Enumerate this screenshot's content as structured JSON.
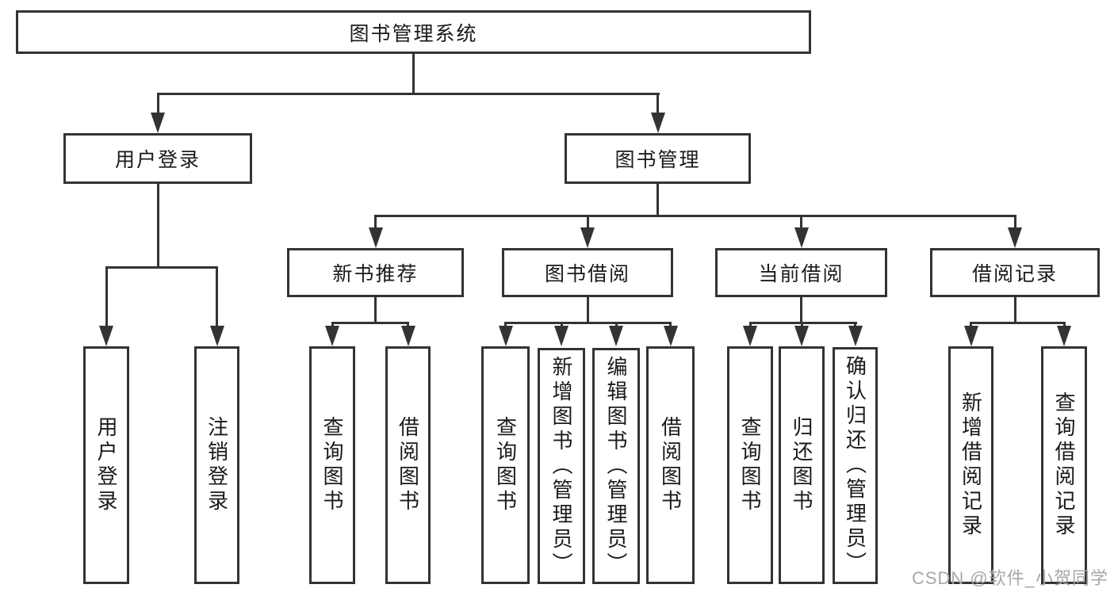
{
  "tree": {
    "label": "图书管理系统",
    "children": [
      {
        "label": "用户登录",
        "children": [
          {
            "label": "用户登录"
          },
          {
            "label": "注销登录"
          }
        ]
      },
      {
        "label": "图书管理",
        "children": [
          {
            "label": "新书推荐",
            "children": [
              {
                "label": "查询图书"
              },
              {
                "label": "借阅图书"
              }
            ]
          },
          {
            "label": "图书借阅",
            "children": [
              {
                "label": "查询图书"
              },
              {
                "label": "新增图书（管理员）"
              },
              {
                "label": "编辑图书（管理员）"
              },
              {
                "label": "借阅图书"
              }
            ]
          },
          {
            "label": "当前借阅",
            "children": [
              {
                "label": "查询图书"
              },
              {
                "label": "归还图书"
              },
              {
                "label": "确认归还（管理员）"
              }
            ]
          },
          {
            "label": "借阅记录",
            "children": [
              {
                "label": "新增借阅记录"
              },
              {
                "label": "查询借阅记录"
              }
            ]
          }
        ]
      }
    ]
  },
  "watermark": {
    "text": "CSDN @软件_小贺同学"
  },
  "colors": {
    "line": "#333333",
    "text": "#1a1a1a",
    "box_fill": "#ffffff",
    "watermark": "#a8a8a8",
    "background": "#ffffff"
  }
}
